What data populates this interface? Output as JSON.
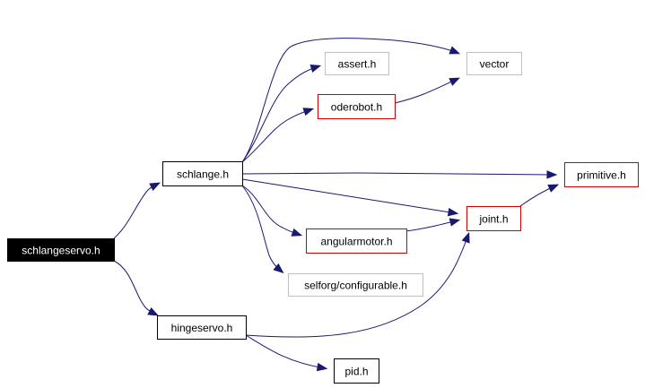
{
  "colors": {
    "edge": "#191970",
    "root_fill": "#000000",
    "root_text": "#ffffff",
    "border_default": "#000000",
    "border_red": "#cc0000",
    "border_gray": "#bfbfbf",
    "text": "#000000"
  },
  "nodes": [
    {
      "id": "schlangeservo",
      "label": "schlangeservo.h",
      "style": "root"
    },
    {
      "id": "schlange",
      "label": "schlange.h",
      "style": "default"
    },
    {
      "id": "hingeservo",
      "label": "hingeservo.h",
      "style": "default"
    },
    {
      "id": "pid",
      "label": "pid.h",
      "style": "default"
    },
    {
      "id": "assert",
      "label": "assert.h",
      "style": "gray"
    },
    {
      "id": "oderobot",
      "label": "oderobot.h",
      "style": "red"
    },
    {
      "id": "vector",
      "label": "vector",
      "style": "gray"
    },
    {
      "id": "primitive",
      "label": "primitive.h",
      "style": "red"
    },
    {
      "id": "joint",
      "label": "joint.h",
      "style": "red"
    },
    {
      "id": "angularmotor",
      "label": "angularmotor.h",
      "style": "red"
    },
    {
      "id": "configurable",
      "label": "selforg/configurable.h",
      "style": "gray"
    }
  ],
  "edges": [
    {
      "from": "schlangeservo",
      "to": "schlange"
    },
    {
      "from": "schlangeservo",
      "to": "hingeservo"
    },
    {
      "from": "schlange",
      "to": "vector"
    },
    {
      "from": "schlange",
      "to": "assert"
    },
    {
      "from": "schlange",
      "to": "oderobot"
    },
    {
      "from": "schlange",
      "to": "primitive"
    },
    {
      "from": "schlange",
      "to": "joint"
    },
    {
      "from": "schlange",
      "to": "angularmotor"
    },
    {
      "from": "schlange",
      "to": "configurable"
    },
    {
      "from": "oderobot",
      "to": "vector"
    },
    {
      "from": "angularmotor",
      "to": "joint"
    },
    {
      "from": "joint",
      "to": "primitive"
    },
    {
      "from": "hingeservo",
      "to": "joint"
    },
    {
      "from": "hingeservo",
      "to": "pid"
    }
  ]
}
